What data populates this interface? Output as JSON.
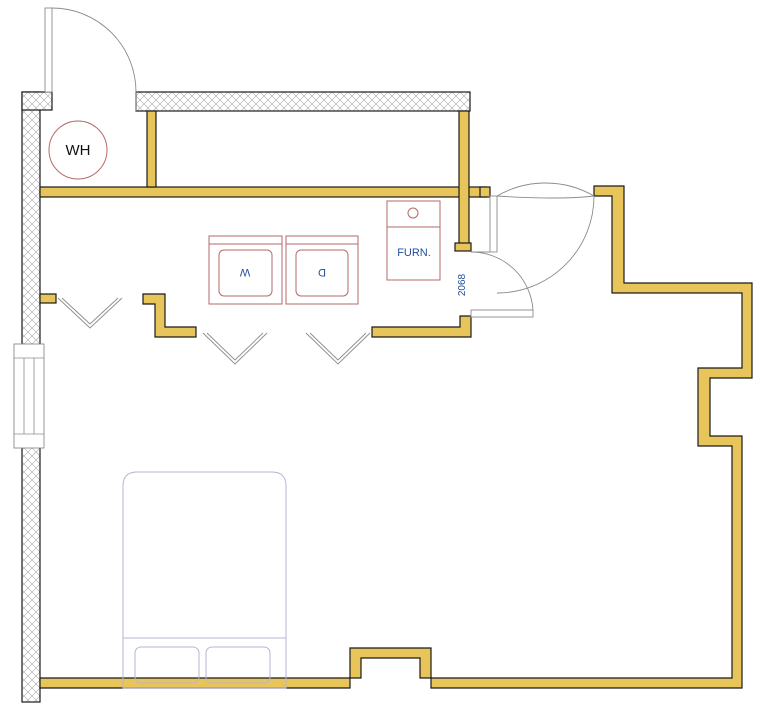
{
  "floor_plan": {
    "labels": {
      "water_heater": "WH",
      "washer": "W",
      "dryer": "D",
      "furnace": "FURN.",
      "door_size": "2068"
    }
  }
}
